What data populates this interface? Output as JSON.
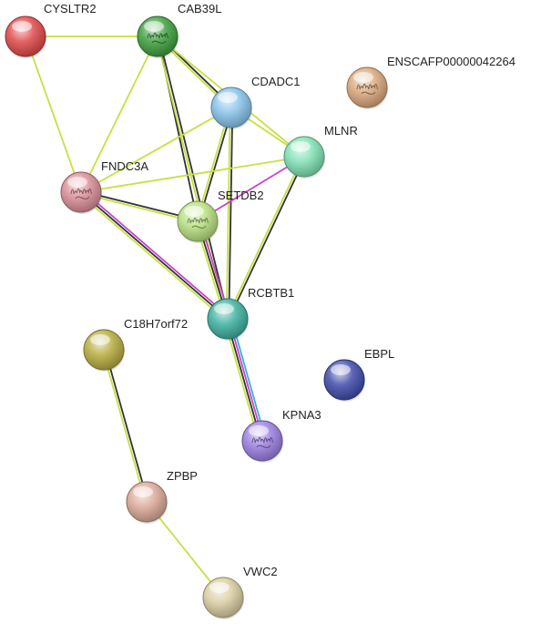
{
  "network": {
    "nodes": [
      {
        "id": "CYSLTR2",
        "label": "CYSLTR2",
        "color": "#e04848",
        "structure": false
      },
      {
        "id": "CAB39L",
        "label": "CAB39L",
        "color": "#3d9e3d",
        "structure": true
      },
      {
        "id": "CDADC1",
        "label": "CDADC1",
        "color": "#86c2ea",
        "structure": false
      },
      {
        "id": "ENSCAFP00000042264",
        "label": "ENSCAFP00000042264",
        "color": "#d9a77a",
        "structure": true
      },
      {
        "id": "MLNR",
        "label": "MLNR",
        "color": "#7fe0b2",
        "structure": false
      },
      {
        "id": "FNDC3A",
        "label": "FNDC3A",
        "color": "#d98d96",
        "structure": true
      },
      {
        "id": "SETDB2",
        "label": "SETDB2",
        "color": "#b6df7e",
        "structure": true
      },
      {
        "id": "RCBTB1",
        "label": "RCBTB1",
        "color": "#3cb0a0",
        "structure": false
      },
      {
        "id": "C18H7orf72",
        "label": "C18H7orf72",
        "color": "#b6ab3e",
        "structure": false
      },
      {
        "id": "EBPL",
        "label": "EBPL",
        "color": "#3f4aaa",
        "structure": false
      },
      {
        "id": "KPNA3",
        "label": "KPNA3",
        "color": "#9a7ee0",
        "structure": true
      },
      {
        "id": "ZPBP",
        "label": "ZPBP",
        "color": "#d9a896",
        "structure": false
      },
      {
        "id": "VWC2",
        "label": "VWC2",
        "color": "#d9cca0",
        "structure": false
      }
    ],
    "edges": [
      {
        "source": "CYSLTR2",
        "target": "CAB39L",
        "evidence": [
          "textmining"
        ]
      },
      {
        "source": "CYSLTR2",
        "target": "FNDC3A",
        "evidence": [
          "textmining"
        ]
      },
      {
        "source": "CAB39L",
        "target": "FNDC3A",
        "evidence": [
          "textmining"
        ]
      },
      {
        "source": "CAB39L",
        "target": "CDADC1",
        "evidence": [
          "coexpression",
          "textmining"
        ]
      },
      {
        "source": "CAB39L",
        "target": "SETDB2",
        "evidence": [
          "coexpression"
        ]
      },
      {
        "source": "CAB39L",
        "target": "MLNR",
        "evidence": [
          "textmining"
        ]
      },
      {
        "source": "CAB39L",
        "target": "RCBTB1",
        "evidence": [
          "coexpression",
          "textmining"
        ]
      },
      {
        "source": "CDADC1",
        "target": "MLNR",
        "evidence": [
          "textmining"
        ]
      },
      {
        "source": "CDADC1",
        "target": "FNDC3A",
        "evidence": [
          "textmining"
        ]
      },
      {
        "source": "CDADC1",
        "target": "SETDB2",
        "evidence": [
          "coexpression",
          "textmining"
        ]
      },
      {
        "source": "CDADC1",
        "target": "RCBTB1",
        "evidence": [
          "coexpression",
          "textmining"
        ]
      },
      {
        "source": "MLNR",
        "target": "FNDC3A",
        "evidence": [
          "textmining"
        ]
      },
      {
        "source": "MLNR",
        "target": "SETDB2",
        "evidence": [
          "experiments"
        ]
      },
      {
        "source": "MLNR",
        "target": "RCBTB1",
        "evidence": [
          "coexpression",
          "textmining"
        ]
      },
      {
        "source": "FNDC3A",
        "target": "SETDB2",
        "evidence": [
          "coexpression",
          "textmining"
        ]
      },
      {
        "source": "FNDC3A",
        "target": "RCBTB1",
        "evidence": [
          "experiments",
          "coexpression",
          "textmining"
        ]
      },
      {
        "source": "SETDB2",
        "target": "RCBTB1",
        "evidence": [
          "experiments",
          "coexpression",
          "textmining"
        ]
      },
      {
        "source": "RCBTB1",
        "target": "KPNA3",
        "evidence": [
          "curated",
          "experiments",
          "coexpression",
          "textmining"
        ]
      },
      {
        "source": "C18H7orf72",
        "target": "ZPBP",
        "evidence": [
          "coexpression",
          "textmining"
        ]
      },
      {
        "source": "ZPBP",
        "target": "VWC2",
        "evidence": [
          "textmining"
        ]
      }
    ],
    "evidence_colors": {
      "textmining": "#c6e041",
      "coexpression": "#333333",
      "experiments": "#cc44cc",
      "curated": "#35b0d8"
    }
  }
}
